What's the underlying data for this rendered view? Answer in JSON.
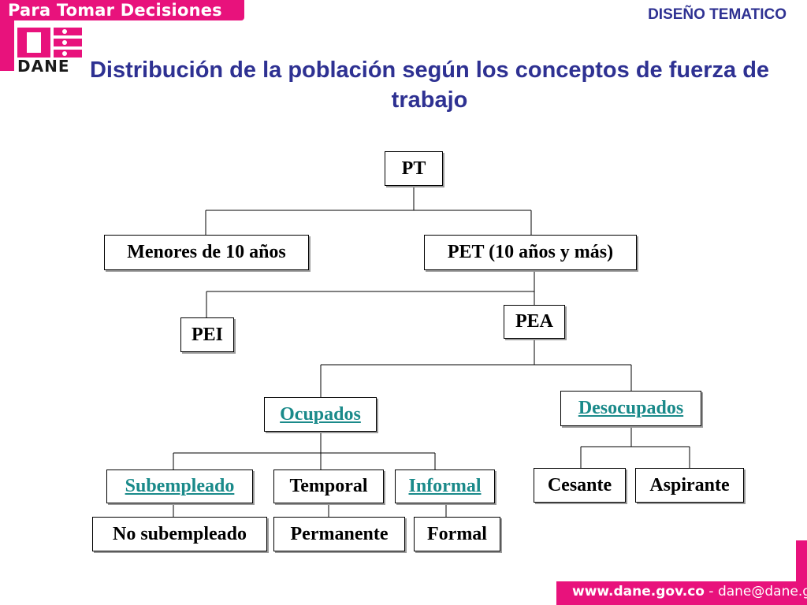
{
  "brand": {
    "tagline": "Para Tomar Decisiones",
    "logo_text": "DANE"
  },
  "header": {
    "section": "DISEÑO TEMATICO"
  },
  "title": "Distribución de la población según los conceptos de fuerza de trabajo",
  "nodes": {
    "pt": "PT",
    "menores": "Menores de 10 años",
    "pet": "PET (10 años y más)",
    "pei": "PEI",
    "pea": "PEA",
    "ocupados": "Ocupados",
    "desocupados": "Desocupados",
    "subempleado": "Subempleado",
    "temporal": "Temporal",
    "informal": "Informal",
    "cesante": "Cesante",
    "aspirante": "Aspirante",
    "no_subempleado": "No subempleado",
    "permanente": "Permanente",
    "formal": "Formal"
  },
  "footer": {
    "site": "www.dane.gov.co",
    "separator": " - ",
    "email": "dane@dane.gov.co"
  },
  "colors": {
    "brand_pink": "#e8127c",
    "title_blue": "#2e3192",
    "link_teal": "#1a8a8a"
  }
}
